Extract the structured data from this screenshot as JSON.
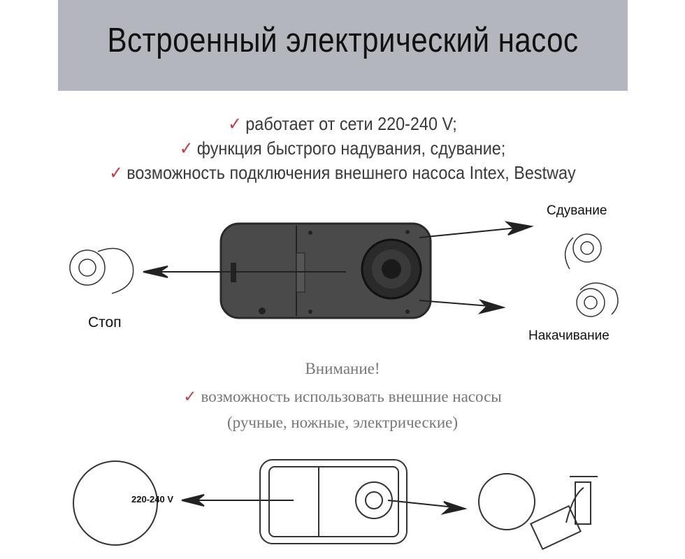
{
  "header": {
    "title": "Встроенный электрический насос"
  },
  "features": {
    "check_icon": "checkmark-icon",
    "check_color": "#c0404f",
    "items": [
      "работает от сети 220-240 V;",
      "функция быстрого надувания, сдувание;",
      "возможность подключения внешнего насоса Intex, Bestway"
    ]
  },
  "diagram": {
    "deflate": "Сдувание",
    "inflate": "Накачивание",
    "stop": "Стоп"
  },
  "notice": {
    "title": "Внимание!",
    "line1": "возможность использовать внешние насосы",
    "line2": "(ручные, ножные, электрические)"
  },
  "bottom": {
    "voltage": "220-240 V"
  }
}
